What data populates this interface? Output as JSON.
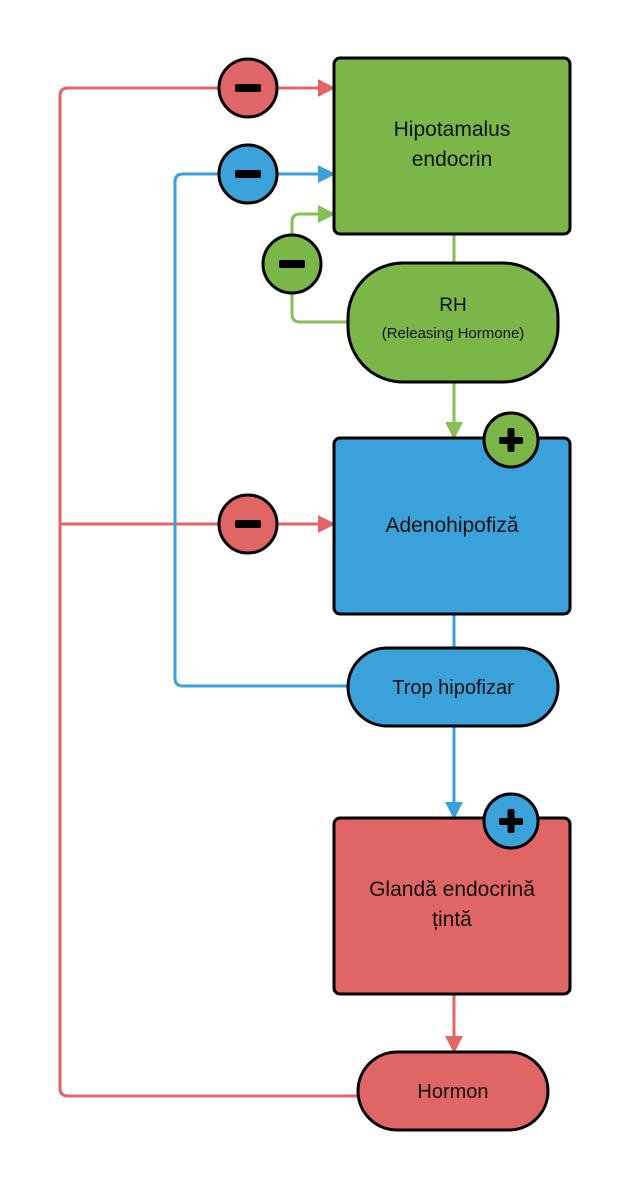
{
  "nodes": {
    "hypothalamus": {
      "line1": "Hipotamalus",
      "line2": "endocrin"
    },
    "rh": {
      "line1": "RH",
      "line2": "(Releasing Hormone)"
    },
    "adenohypophysis": {
      "label": "Adenohipofiză"
    },
    "trop": {
      "label": "Trop hipofizar"
    },
    "target_gland": {
      "line1": "Glandă endocrină",
      "line2": "țintă"
    },
    "hormone": {
      "label": "Hormon"
    }
  },
  "signs": {
    "minus": "−",
    "plus": "+"
  },
  "colors": {
    "green": "#7ab648",
    "green_line": "#86bf56",
    "blue": "#3ba1da",
    "red": "#e06565",
    "black": "#000000"
  }
}
